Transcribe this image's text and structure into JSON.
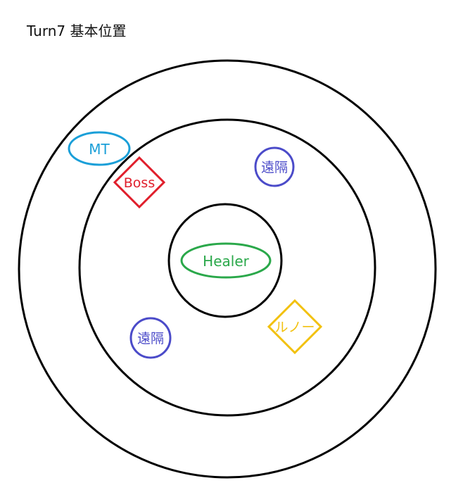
{
  "title": "Turn7 基本位置",
  "markers": {
    "mt": {
      "label": "MT",
      "color": "#1a9fd8"
    },
    "boss": {
      "label": "Boss",
      "color": "#e01e2b"
    },
    "ranged1": {
      "label": "遠隔",
      "color": "#4b4bc9"
    },
    "healer": {
      "label": "Healer",
      "color": "#2aa84a"
    },
    "ranged2": {
      "label": "遠隔",
      "color": "#4b4bc9"
    },
    "runo": {
      "label": "ルノー",
      "color": "#f2c10f"
    }
  }
}
